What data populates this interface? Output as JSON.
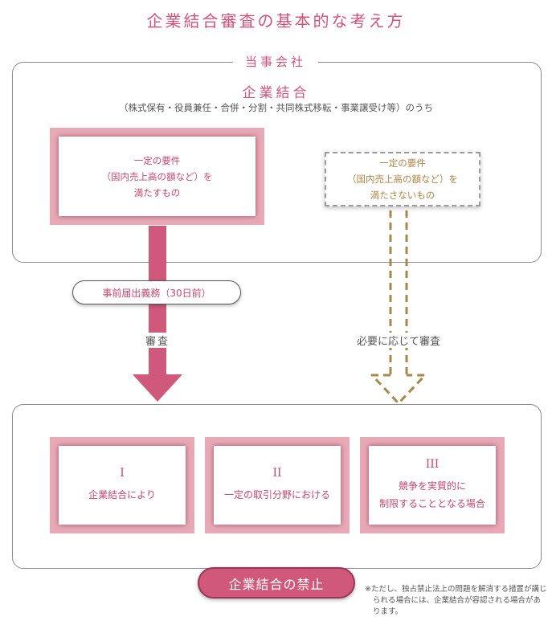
{
  "title": "企業結合審査の基本的な考え方",
  "top_panel": {
    "label": "当事会社",
    "combination_title": "企業結合",
    "combination_sub": "（株式保有・役員兼任・合併・分割・共同株式移転・事業譲受け等）のうち",
    "left_box": {
      "line1": "一定の要件",
      "line2": "（国内売上高の額など）を",
      "line3": "満たすもの"
    },
    "right_box": {
      "line1": "一定の要件",
      "line2": "（国内売上高の額など）を",
      "line3": "満たさないもの"
    }
  },
  "notice_label": "事前届出義務（30日前）",
  "review_label": "審査",
  "review_right_label": "必要に応じて審査",
  "categories": [
    {
      "num": "I",
      "line1": "企業結合により",
      "line2": ""
    },
    {
      "num": "II",
      "line1": "一定の取引分野における",
      "line2": ""
    },
    {
      "num": "III",
      "line1": "競争を実質的に",
      "line2": "制限することとなる場合"
    }
  ],
  "prohibition": "企業結合の禁止",
  "footnote": "※ただし、独占禁止法上の問題を解消する措置が講じられる場合には、企業結合が容認される場合があります。",
  "colors": {
    "accent": "#d0587a",
    "frame": "#e8a9b6",
    "gold": "#a8874a",
    "text": "#c2496e"
  }
}
